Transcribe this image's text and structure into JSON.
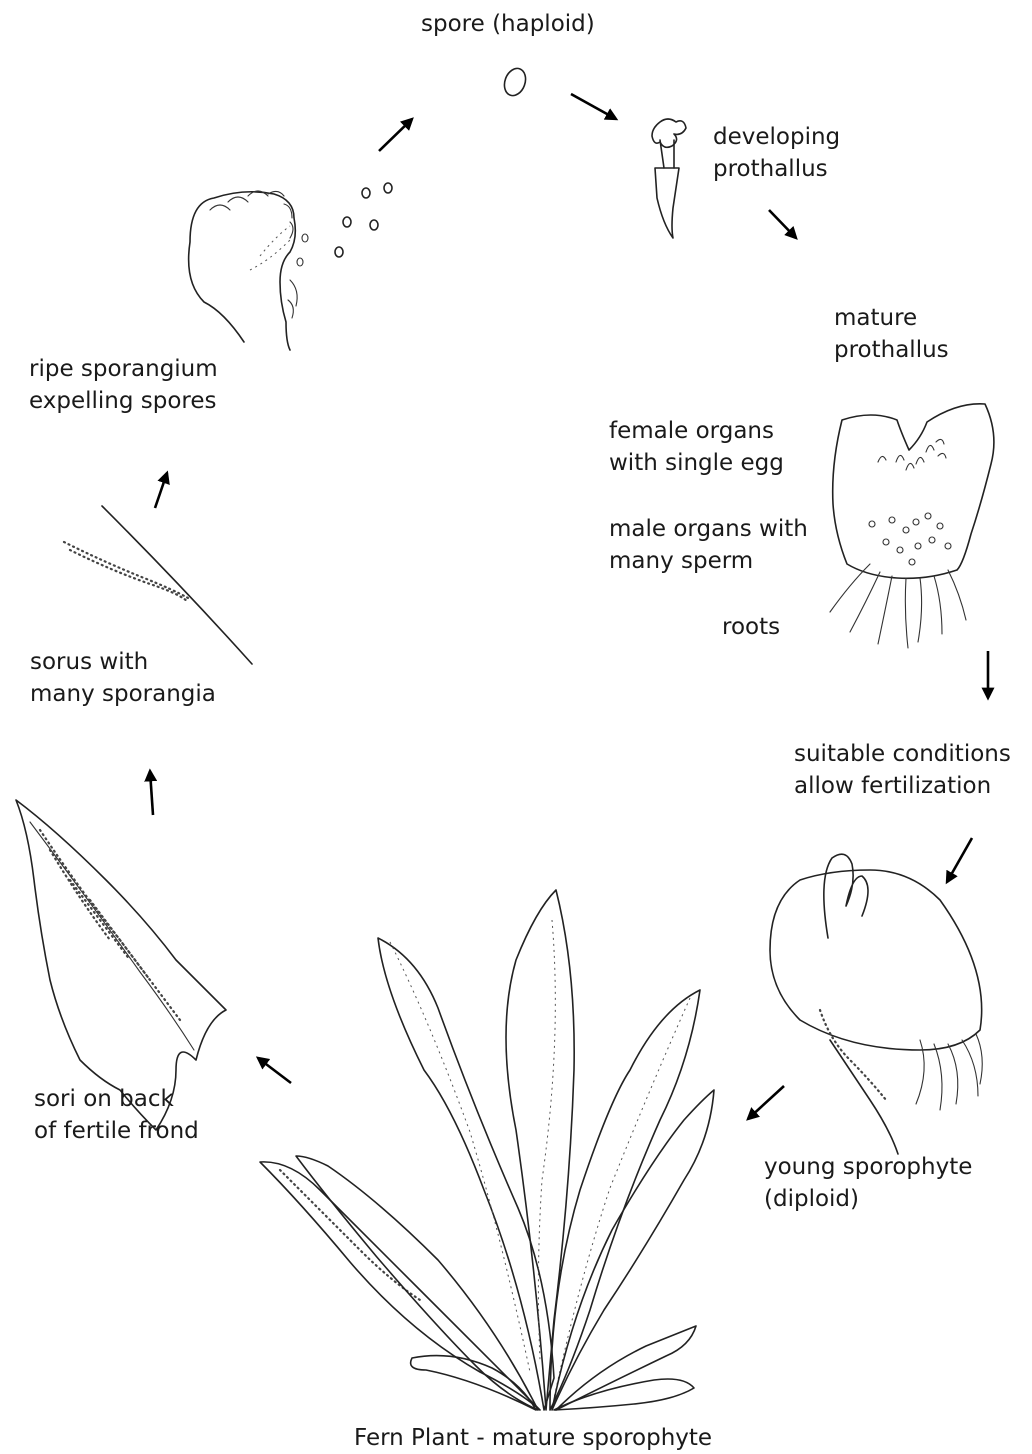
{
  "labels": {
    "spore": "spore (haploid)",
    "developing_prothallus": [
      "developing",
      "prothallus"
    ],
    "mature_prothallus": [
      "mature",
      "prothallus"
    ],
    "female_organs": [
      "female organs",
      "with single egg"
    ],
    "male_organs": [
      "male organs with",
      "many sperm"
    ],
    "roots": "roots",
    "fertilization": [
      "suitable conditions",
      "allow fertilization"
    ],
    "young_sporophyte": [
      "young sporophyte",
      "(diploid)"
    ],
    "mature_sporophyte": "Fern Plant - mature sporophyte",
    "sori_on_frond": [
      "sori on back",
      "of fertile frond"
    ],
    "sorus": [
      "sorus with",
      "many sporangia"
    ],
    "ripe_sporangium": [
      "ripe sporangium",
      "expelling spores"
    ]
  },
  "colors": {
    "ink": "#222222",
    "background": "#ffffff"
  }
}
